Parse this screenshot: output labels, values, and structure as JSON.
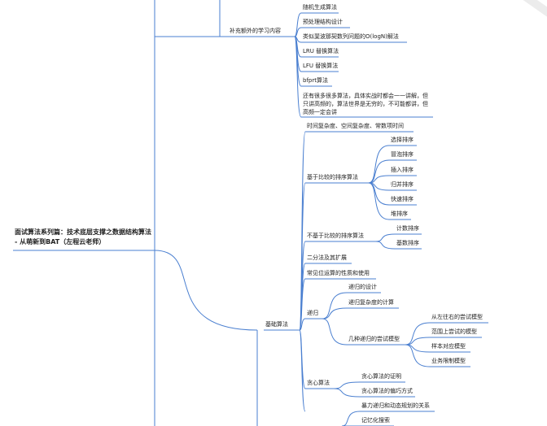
{
  "root": "面试算法系列篇：技术底层支撑之数据结构算法 - 从萌新到BAT（左程云老师）",
  "branches": {
    "extra": {
      "label": "补充额外的学习内容",
      "children": [
        "随机生成算法",
        "预处理结构设计",
        "类似斐波那契数列问题的O(logN)解法",
        "LRU 替换算法",
        "LFU 替换算法",
        "bfprt算法",
        "还有很多很多算法，具体实战时都会一一讲解，但只讲高频的，算法世界是无穷的，不可能都讲，但高频一定会讲"
      ]
    },
    "basic": {
      "label": "基础算法",
      "children": {
        "complexity": "时间复杂度、空间复杂度、常数项时间",
        "compare_sort": {
          "label": "基于比较的排序算法",
          "children": [
            "选择排序",
            "冒泡排序",
            "插入排序",
            "归并排序",
            "快速排序",
            "堆排序"
          ]
        },
        "non_compare_sort": {
          "label": "不基于比较的排序算法",
          "children": [
            "计数排序",
            "基数排序"
          ]
        },
        "binary": "二分法及其扩展",
        "bitops": "常见位运算的性质和使用",
        "recursion": {
          "label": "递归",
          "children": [
            "递归的设计",
            "递归复杂度的计算"
          ],
          "models": {
            "label": "几种递归的尝试模型",
            "children": [
              "从左往右的尝试模型",
              "范围上尝试的模型",
              "样本对应模型",
              "业务限制模型"
            ]
          }
        },
        "greedy": {
          "label": "贪心算法",
          "children": [
            "贪心算法的证明",
            "贪心算法的偏巧方式"
          ]
        },
        "dp": {
          "children": [
            "暴力递归和动态规划的关系",
            "记忆化搜索"
          ]
        }
      }
    }
  }
}
